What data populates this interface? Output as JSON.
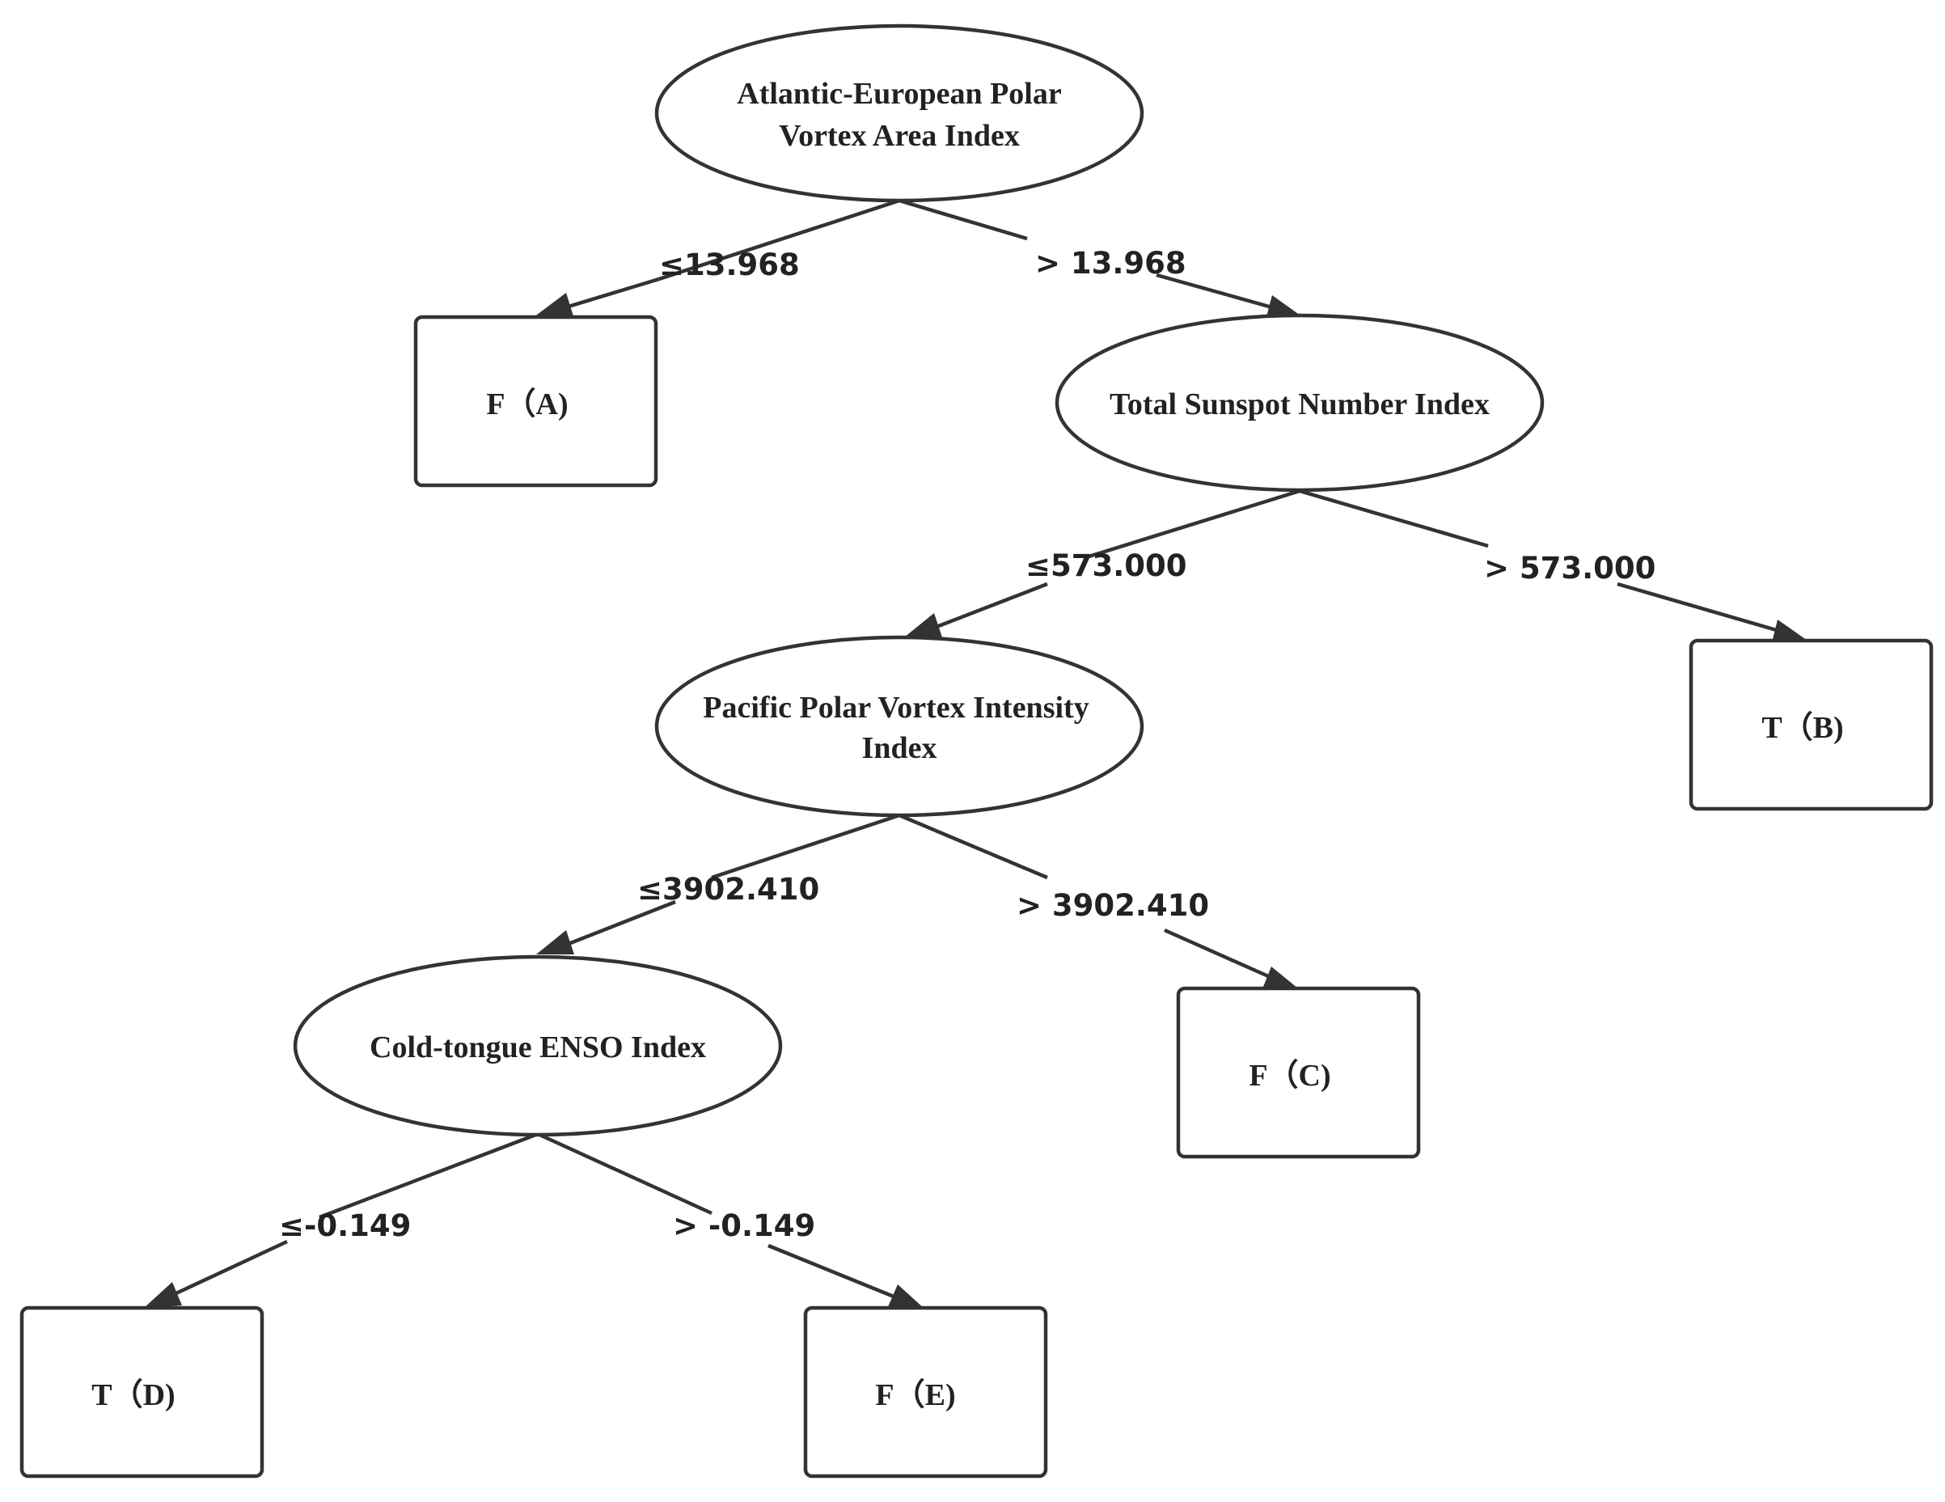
{
  "diagram": {
    "nodes": {
      "root": {
        "lines": [
          "Atlantic-European Polar",
          "Vortex Area Index"
        ]
      },
      "sunspot": {
        "lines": [
          "Total Sunspot Number Index"
        ]
      },
      "pacific": {
        "lines": [
          "Pacific Polar Vortex Intensity",
          "Index"
        ]
      },
      "enso": {
        "lines": [
          "Cold-tongue ENSO Index"
        ]
      },
      "leafA": {
        "lines": [
          "F（A)"
        ]
      },
      "leafB": {
        "lines": [
          "T（B)"
        ]
      },
      "leafC": {
        "lines": [
          "F（C)"
        ]
      },
      "leafD": {
        "lines": [
          "T（D)"
        ]
      },
      "leafE": {
        "lines": [
          "F（E)"
        ]
      }
    },
    "edges": {
      "root_left": "≤13.968",
      "root_right": "> 13.968",
      "sunspot_left": "≤573.000",
      "sunspot_right": "> 573.000",
      "pacific_left": "≤3902.410",
      "pacific_right": "> 3902.410",
      "enso_left": "≤-0.149",
      "enso_right": "> -0.149"
    }
  }
}
